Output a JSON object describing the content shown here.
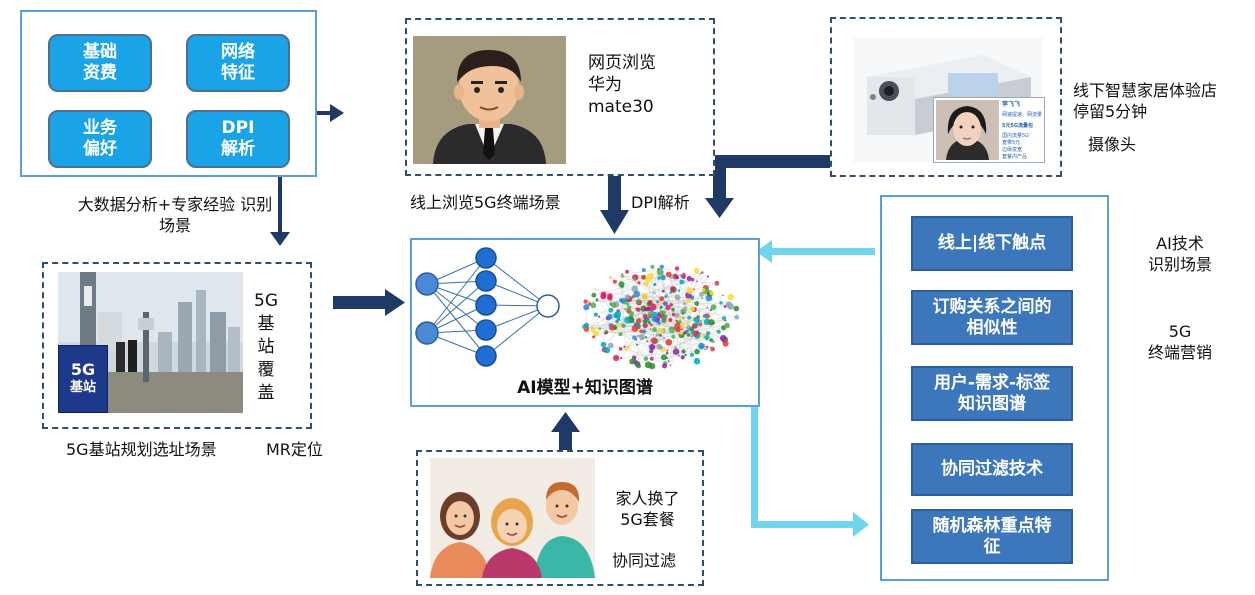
{
  "feature_tiles": [
    "基础\n资费",
    "网络\n特征",
    "业务\n偏好",
    "DPI\n解析"
  ],
  "bigdata_caption": "大数据分析+专家经验 识别\n场景",
  "browse": {
    "text": "网页浏览\n华为\nmate30",
    "caption": "线上浏览5G终端场景"
  },
  "dpi_caption": "DPI解析",
  "store": {
    "text": "线下智慧家居体验店\n停留5分钟",
    "camera": "摄像头"
  },
  "ai_core": {
    "caption": "AI模型+知识图谱"
  },
  "base_station": {
    "vertical": "5G\n基\n站\n覆\n盖",
    "caption": "5G基站规划选址场景",
    "mr": "MR定位",
    "sign_top": "5G",
    "sign_bottom": "基站"
  },
  "family": {
    "text": "家人换了\n5G套餐",
    "filter": "协同过滤"
  },
  "right_labels": {
    "ai_tech": "AI技术\n识别场景",
    "g5": "5G\n终端营销"
  },
  "steps": [
    "线上|线下触点",
    "订购关系之间的\n相似性",
    "用户-需求-标签\n知识图谱",
    "协同过滤技术",
    "随机森林重点特\n征"
  ],
  "profile_card": {
    "name": "李飞飞",
    "lines": [
      "网速提速、网流量",
      "5元5G流量包",
      "国内流量5G",
      "宽带5元",
      "边缘变宽",
      "套餐内产品"
    ]
  },
  "colors": {
    "tile": "#1aa3e6",
    "step": "#3c76bb",
    "dark_arrow": "#1f3a64",
    "light_arrow": "#6fd6ee",
    "solid_border": "#5aa0d8"
  }
}
